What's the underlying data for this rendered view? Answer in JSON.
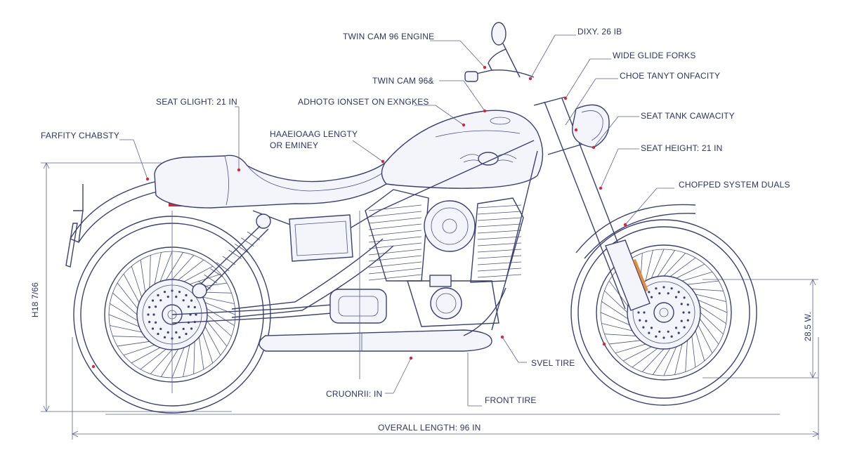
{
  "callouts": {
    "twin_cam_96_engine": "TWIN CAM 96 ENGINE",
    "dry_weight": "DIXY. 26 IB",
    "wide_glide_forks": "WIDE GLIDE FORKS",
    "fuel_tank_capacity": "CHOE TANYT ONFACITY",
    "twin_cam_96b": "TWIN CAM 96&",
    "seat_glight": "SEAT GLIGHT: 21 IN",
    "adjustable_engines": "ADHOTG IONSET ON EXNGKES",
    "seat_tank_capacity": "SEAT TANK CAWACITY",
    "frame_chassis": "FARFITY CHABSTY",
    "handlebar_length_1": "HAAEIOAAG LENGTY",
    "handlebar_length_2": "OR EMINEY",
    "seat_height": "SEAT HEIGHT: 21 IN",
    "exhaust_system": "CHOFPED SYSTEM DUALS",
    "rear_tire": "SVEL TIRE",
    "ground_clearance": "CRUONRII: IN",
    "front_tire": "FRONT TIRE"
  },
  "dimensions": {
    "overall_length": "OVERALL LENGTH: 96 IN",
    "overall_height": "H18 7/66",
    "wheel_height": "28.5 W."
  },
  "colors": {
    "line": "#3a4170",
    "marker": "#d6283a",
    "paper": "#ffffff"
  }
}
